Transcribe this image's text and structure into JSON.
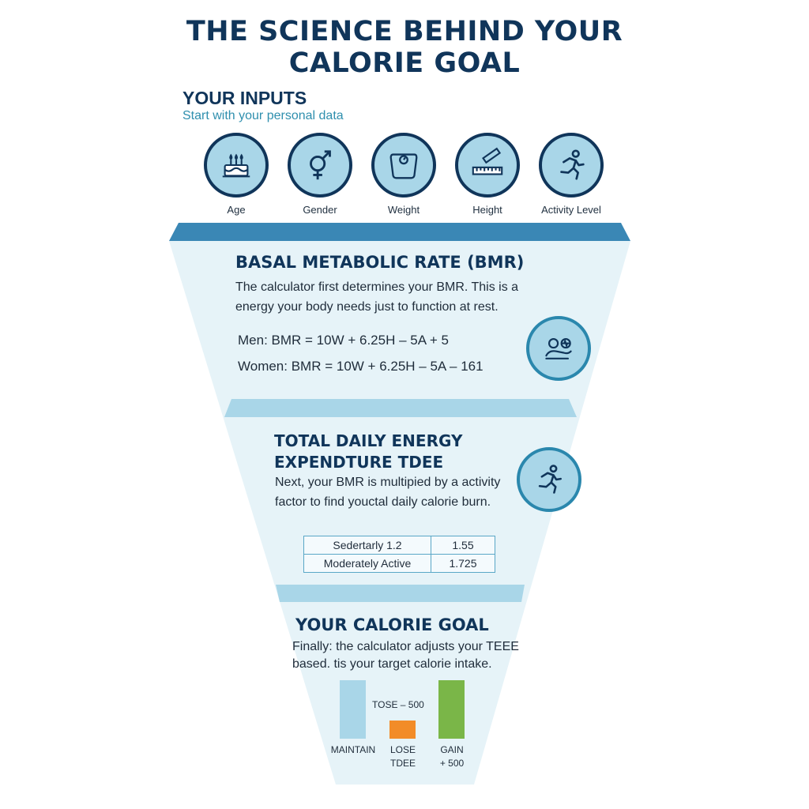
{
  "title": {
    "line1": "THE SCIENCE BEHIND YOUR",
    "line2": "CALORIE GOAL"
  },
  "inputs": {
    "heading": "YOUR INPUTS",
    "subheading": "Start with your personal data",
    "items": [
      {
        "label": "Age",
        "icon": "birthday-cake-icon"
      },
      {
        "label": "Gender",
        "icon": "gender-symbol-icon"
      },
      {
        "label": "Weight",
        "icon": "scale-icon"
      },
      {
        "label": "Height",
        "icon": "ruler-icon"
      },
      {
        "label": "Activity Level",
        "icon": "running-person-icon"
      }
    ]
  },
  "bmr": {
    "title": "BASAL METABOLIC RATE (BMR)",
    "description": "The calculator first determines your BMR. This is a energy your body needs just to function at rest.",
    "formula_men": "Men: BMR = 10W + 6.25H – 5A + 5",
    "formula_women": "Women: BMR = 10W + 6.25H – 5A – 161",
    "icon": "resting-person-heartbeat-icon"
  },
  "tdee": {
    "title": "TOTAL DAILY ENERGY EXPENDTURE TDEE",
    "description": "Next, your BMR is multipied by a activity factor to find youctal daily calorie burn.",
    "icon": "running-person-icon",
    "table": [
      [
        "Sedertarly    1.2",
        "1.55"
      ],
      [
        "Moderately Active",
        "1.725"
      ]
    ]
  },
  "goal": {
    "title": "YOUR CALORIE GOAL",
    "description": "Finally: the calculator adjusts your TEEE based. tis your target calorie intake.",
    "chart_annotation": "TOSE – 500",
    "bars": [
      {
        "label_line1": "MAINTAIN",
        "label_line2": "",
        "relative_height": 1.0,
        "color": "#a9d6e8"
      },
      {
        "label_line1": "LOSE",
        "label_line2": "TDEE",
        "relative_height": 0.31,
        "color": "#f28c28"
      },
      {
        "label_line1": "GAIN",
        "label_line2": "+ 500",
        "relative_height": 1.0,
        "color": "#7ab648"
      }
    ]
  },
  "colors": {
    "navy": "#10355a",
    "band_dark": "#3a87b5",
    "band_light": "#a9d6e8",
    "funnel_fill": "#e6f3f8",
    "accent_teal": "#2f8fae"
  }
}
